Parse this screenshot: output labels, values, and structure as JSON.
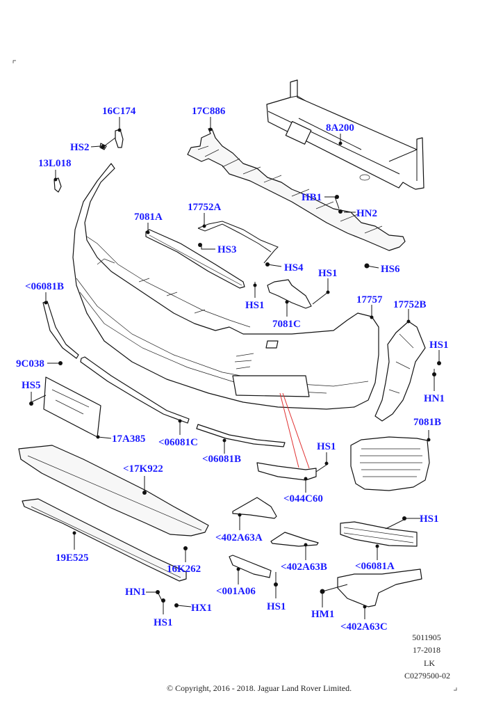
{
  "diagram": {
    "title": "Front bumper assembly exploded parts diagram",
    "label_color": "#1a1aff",
    "callouts": [
      {
        "id": "c1",
        "text": "16C174"
      },
      {
        "id": "c2",
        "text": "HS2"
      },
      {
        "id": "c3",
        "text": "13L018"
      },
      {
        "id": "c4",
        "text": "17C886"
      },
      {
        "id": "c5",
        "text": "8A200"
      },
      {
        "id": "c6",
        "text": "HB1"
      },
      {
        "id": "c7",
        "text": "HN2"
      },
      {
        "id": "c8",
        "text": "17752A"
      },
      {
        "id": "c9",
        "text": "7081A"
      },
      {
        "id": "c10",
        "text": "HS3"
      },
      {
        "id": "c11",
        "text": "HS4"
      },
      {
        "id": "c12",
        "text": "HS6"
      },
      {
        "id": "c13",
        "text": "HS1"
      },
      {
        "id": "c14",
        "text": "HS1"
      },
      {
        "id": "c15",
        "text": "7081C"
      },
      {
        "id": "c16",
        "text": "<06081B"
      },
      {
        "id": "c17",
        "text": "17757"
      },
      {
        "id": "c18",
        "text": "17752B"
      },
      {
        "id": "c19",
        "text": "HS1"
      },
      {
        "id": "c20",
        "text": "HN1"
      },
      {
        "id": "c21",
        "text": "9C038"
      },
      {
        "id": "c22",
        "text": "HS5"
      },
      {
        "id": "c23",
        "text": "17A385"
      },
      {
        "id": "c24",
        "text": "<06081C"
      },
      {
        "id": "c25",
        "text": "<06081B"
      },
      {
        "id": "c26",
        "text": "7081B"
      },
      {
        "id": "c27",
        "text": "HS1"
      },
      {
        "id": "c28",
        "text": "<17K922"
      },
      {
        "id": "c29",
        "text": "<044C60"
      },
      {
        "id": "c30",
        "text": "HS1"
      },
      {
        "id": "c31",
        "text": "<402A63A"
      },
      {
        "id": "c32",
        "text": "19E525"
      },
      {
        "id": "c33",
        "text": "<402A63B"
      },
      {
        "id": "c34",
        "text": "<06081A"
      },
      {
        "id": "c35",
        "text": "16K262"
      },
      {
        "id": "c36",
        "text": "<001A06"
      },
      {
        "id": "c37",
        "text": "HS1"
      },
      {
        "id": "c38",
        "text": "HN1"
      },
      {
        "id": "c39",
        "text": "HX1"
      },
      {
        "id": "c40",
        "text": "HM1"
      },
      {
        "id": "c41",
        "text": "HS1"
      },
      {
        "id": "c42",
        "text": "<402A63C"
      }
    ]
  },
  "footer": {
    "ref_number": "5011905",
    "date_code": "17-2018",
    "model_code": "LK",
    "illustration_id": "C0279500-02",
    "copyright": "© Copyright, 2016 - 2018. Jaguar Land Rover Limited."
  }
}
